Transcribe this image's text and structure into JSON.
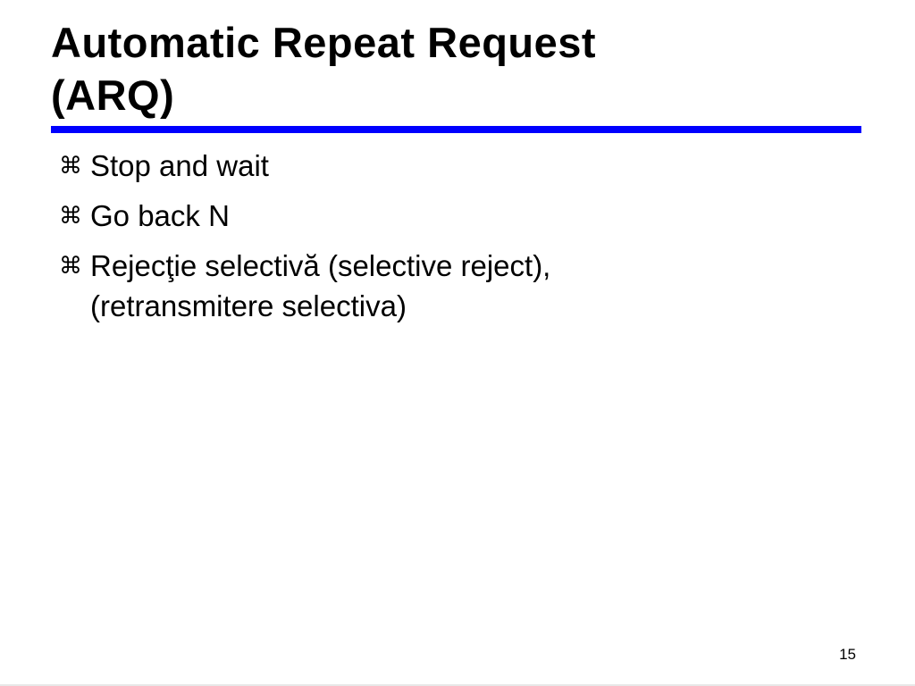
{
  "slide": {
    "title_line1": "Automatic Repeat Request",
    "title_line2": "(ARQ)",
    "accent_color": "#0000ff",
    "bullet_icon": "command-key-icon",
    "bullet_glyph": "⌘",
    "bullets": [
      {
        "lines": [
          "Stop and wait"
        ]
      },
      {
        "lines": [
          "Go back N"
        ]
      },
      {
        "lines": [
          "Rejecţie selectivă (selective reject),",
          "(retransmitere selectiva)"
        ]
      }
    ],
    "page_number": "15"
  }
}
